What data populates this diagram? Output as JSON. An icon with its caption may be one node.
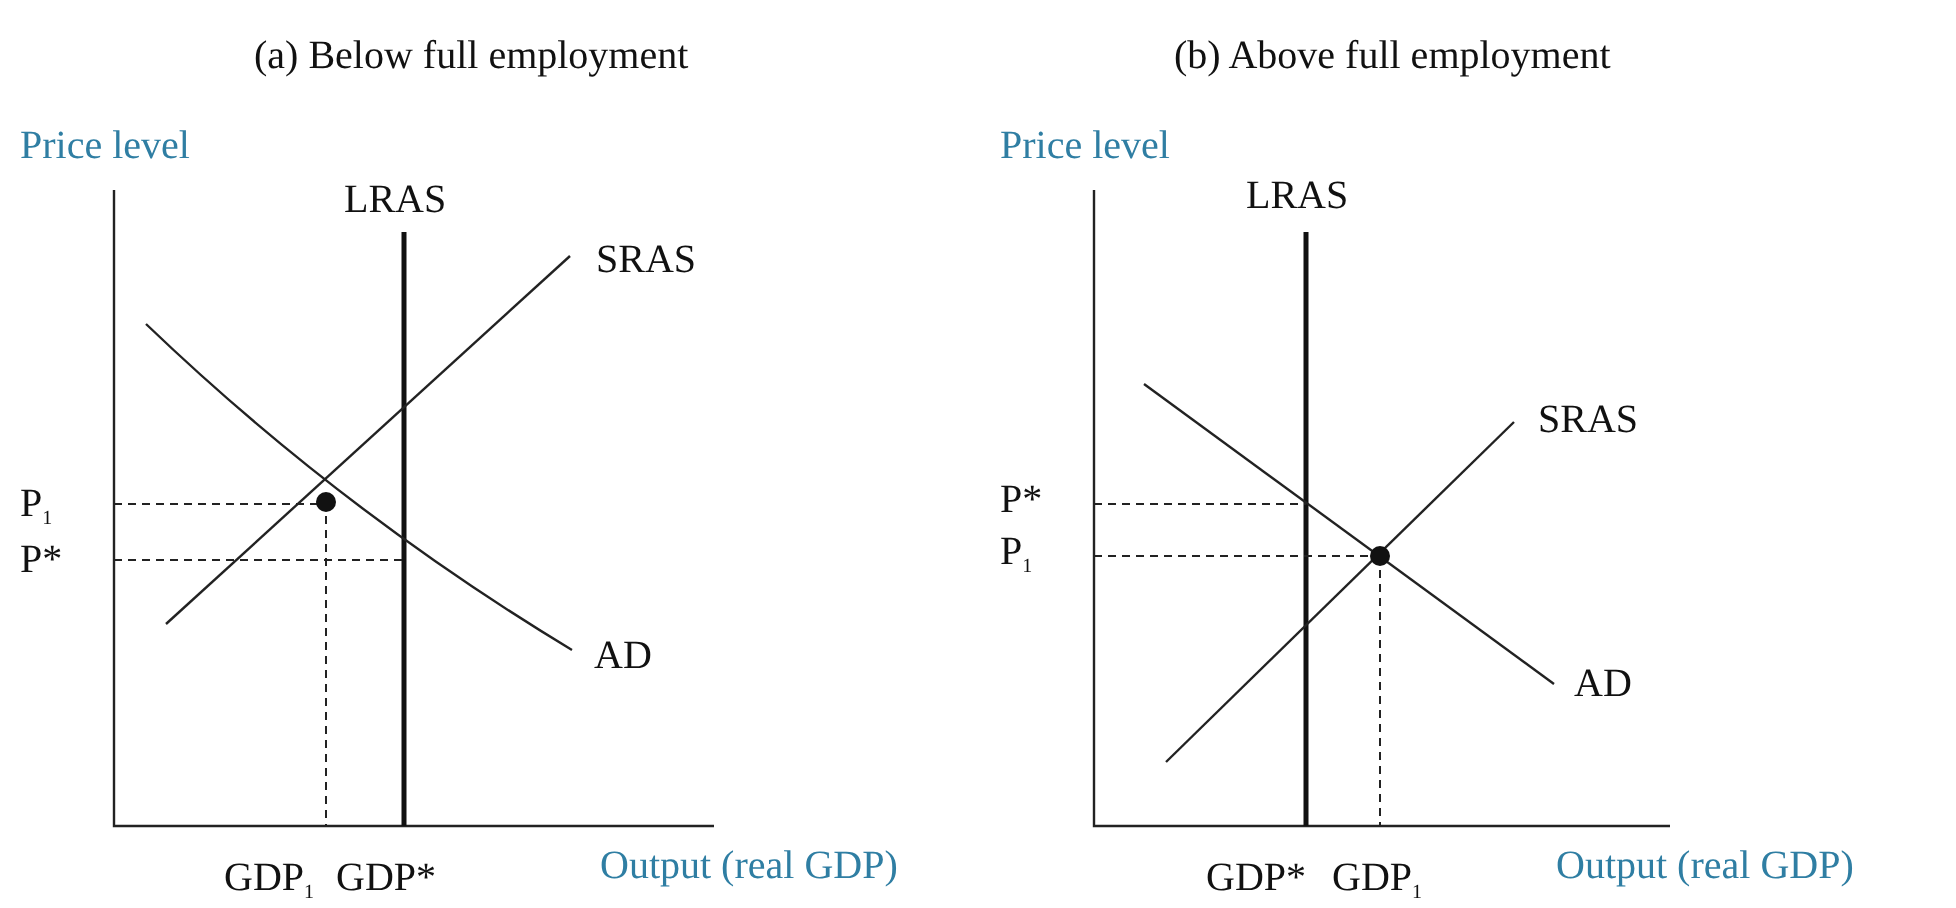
{
  "diagram": {
    "labels": [
      "(a) Below full employment",
      "(b) Above full employment",
      "Price level",
      "Price level",
      "LRAS",
      "LRAS",
      "SRAS",
      "SRAS",
      "P$_{1}$",
      "P*",
      "P*",
      "P$_{1}$",
      "AD",
      "AD",
      "GDP$_{1}$",
      "GDP*",
      "Output (real GDP)",
      "GDP*",
      "GDP$_{1}$",
      "Output (real GDP)"
    ]
  }
}
